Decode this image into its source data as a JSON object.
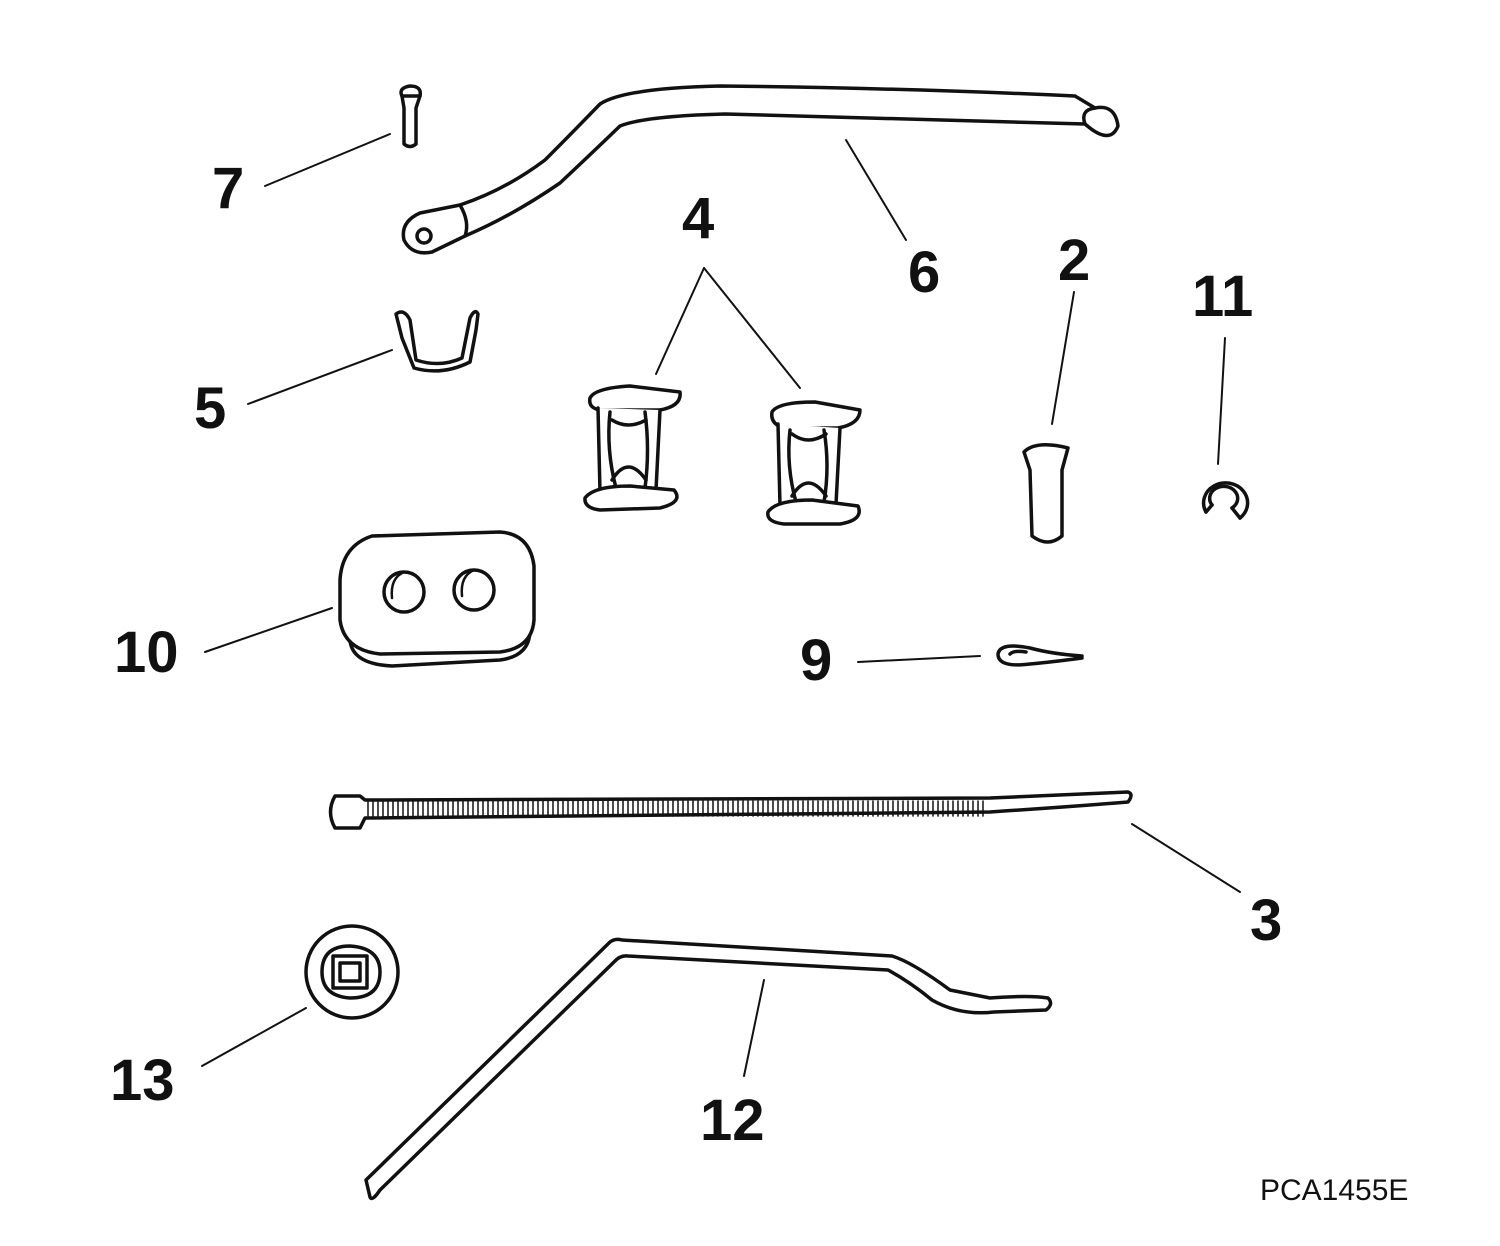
{
  "drawing_code": "PCA1455E",
  "colors": {
    "ink": "#111111",
    "part_fill": "#ffffff",
    "background": "#ffffff"
  },
  "callouts": {
    "c2": "2",
    "c3": "3",
    "c4": "4",
    "c5": "5",
    "c6": "6",
    "c7": "7",
    "c9": "9",
    "c10": "10",
    "c11": "11",
    "c12": "12",
    "c13": "13"
  }
}
